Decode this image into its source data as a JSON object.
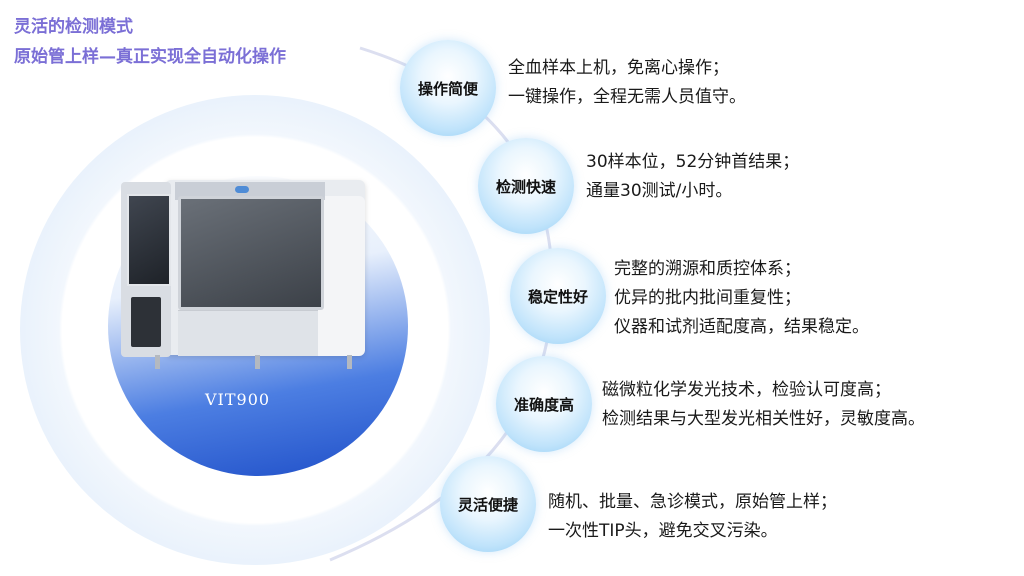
{
  "headline": {
    "line1": "灵活的检测模式",
    "line2": "原始管上样—真正实现全自动化操作"
  },
  "product": {
    "model": "VIT900"
  },
  "features": [
    {
      "title": "操作简便",
      "lines": [
        "全血样本上机，免离心操作；",
        "一键操作，全程无需人员值守。"
      ]
    },
    {
      "title": "检测快速",
      "lines": [
        "30样本位，52分钟首结果；",
        "通量30测试/小时。"
      ]
    },
    {
      "title": "稳定性好",
      "lines": [
        "完整的溯源和质控体系；",
        "优异的批内批间重复性；",
        "仪器和试剂适配度高，结果稳定。"
      ]
    },
    {
      "title": "准确度高",
      "lines": [
        "磁微粒化学发光技术，检验认可度高；",
        "检测结果与大型发光相关性好，灵敏度高。"
      ]
    },
    {
      "title": "灵活便捷",
      "lines": [
        "随机、批量、急诊模式，原始管上样；",
        "一次性TIP头，避免交叉污染。"
      ]
    }
  ],
  "colors": {
    "headline": "#7b6fd6",
    "bubble": "#bfe3fb",
    "curve": "#dcdff0",
    "accent_blue": "#1f4fc8"
  }
}
